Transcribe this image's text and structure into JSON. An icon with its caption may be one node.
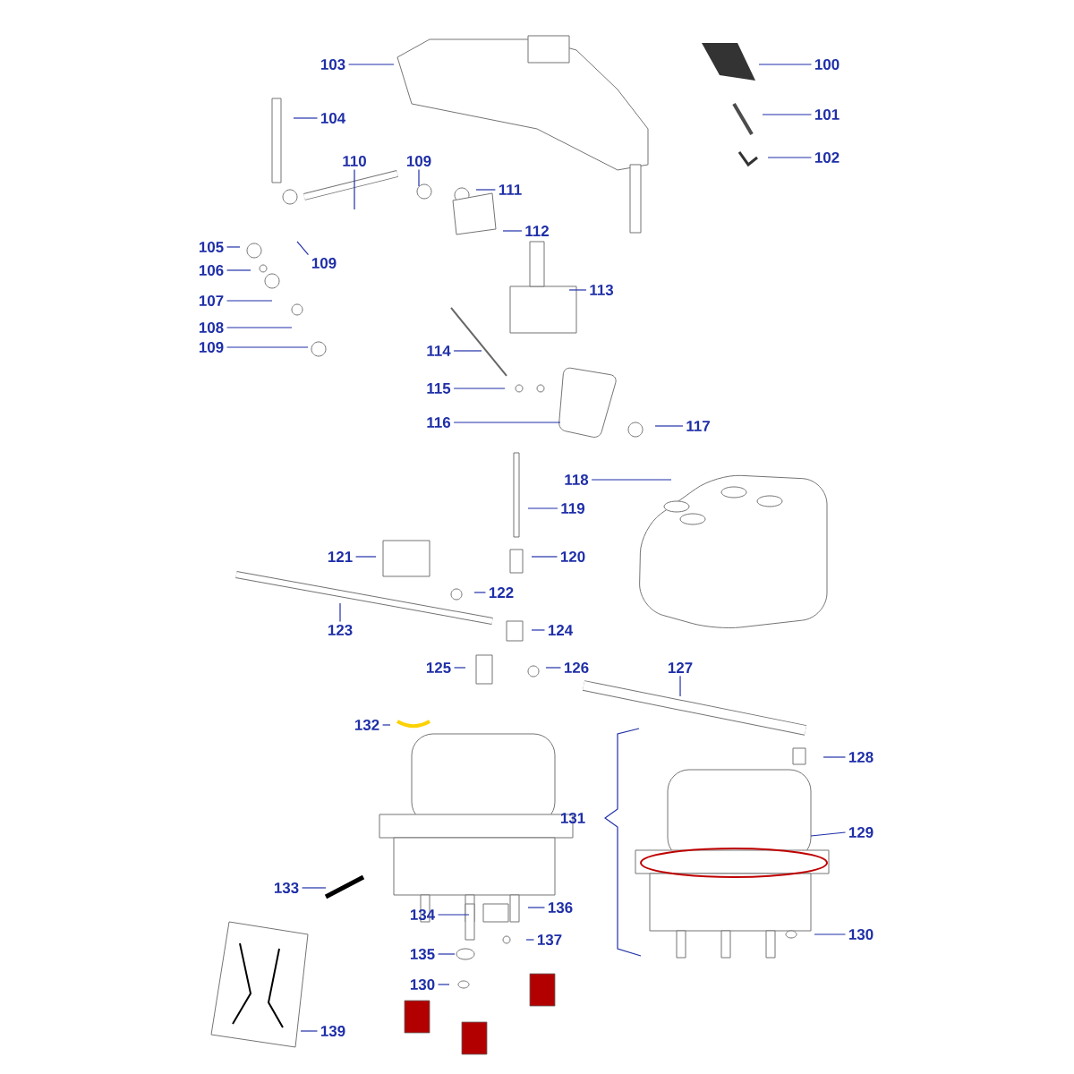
{
  "diagram": {
    "nodes": [
      {
        "text": [
          "100"
        ]
      },
      {
        "text": [
          "103"
        ]
      },
      {
        "text": [
          "101"
        ]
      },
      {
        "text": [
          "104"
        ]
      },
      {
        "text": [
          "102"
        ]
      },
      {
        "text": [
          "110"
        ]
      },
      {
        "text": [
          "109"
        ]
      },
      {
        "text": [
          "111"
        ]
      },
      {
        "text": [
          "112"
        ]
      },
      {
        "text": [
          "105"
        ]
      },
      {
        "text": [
          "109"
        ]
      },
      {
        "text": [
          "106"
        ]
      },
      {
        "text": [
          "107"
        ]
      },
      {
        "text": [
          "113"
        ]
      },
      {
        "text": [
          "108"
        ]
      },
      {
        "text": [
          "109"
        ]
      },
      {
        "text": [
          "114"
        ]
      },
      {
        "text": [
          "115"
        ]
      },
      {
        "text": [
          "116"
        ]
      },
      {
        "text": [
          "117"
        ]
      },
      {
        "text": [
          "118"
        ]
      },
      {
        "text": [
          "119"
        ]
      },
      {
        "text": [
          "121"
        ]
      },
      {
        "text": [
          "120"
        ]
      },
      {
        "text": [
          "122"
        ]
      },
      {
        "text": [
          "123"
        ]
      },
      {
        "text": [
          "124"
        ]
      },
      {
        "text": [
          "125"
        ]
      },
      {
        "text": [
          "126"
        ]
      },
      {
        "text": [
          "127"
        ]
      },
      {
        "text": [
          "132"
        ]
      },
      {
        "text": [
          "128"
        ]
      },
      {
        "text": [
          "129"
        ]
      },
      {
        "text": [
          "133"
        ]
      },
      {
        "text": [
          "136"
        ]
      },
      {
        "text": [
          "134"
        ]
      },
      {
        "text": [
          "137"
        ]
      },
      {
        "text": [
          "130"
        ]
      },
      {
        "text": [
          "135"
        ]
      },
      {
        "text": [
          "130"
        ]
      },
      {
        "text": [
          "139"
        ]
      }
    ],
    "edges": [
      {
        "from": 0,
        "to": null,
        "arrow": "none"
      },
      {
        "from": 1,
        "to": null,
        "arrow": "none"
      },
      {
        "from": 2,
        "to": null,
        "arrow": "none"
      },
      {
        "from": 3,
        "to": null,
        "arrow": "none"
      },
      {
        "from": 4,
        "to": null,
        "arrow": "none"
      },
      {
        "from": 5,
        "to": null,
        "arrow": "none"
      },
      {
        "from": 6,
        "to": null,
        "arrow": "none"
      },
      {
        "from": 7,
        "to": null,
        "arrow": "none"
      },
      {
        "from": 8,
        "to": null,
        "arrow": "none"
      },
      {
        "from": 9,
        "to": null,
        "arrow": "none"
      },
      {
        "from": 10,
        "to": null,
        "arrow": "none"
      },
      {
        "from": 11,
        "to": null,
        "arrow": "none"
      },
      {
        "from": 12,
        "to": null,
        "arrow": "none"
      },
      {
        "from": 13,
        "to": null,
        "arrow": "none"
      },
      {
        "from": 14,
        "to": null,
        "arrow": "none"
      },
      {
        "from": 15,
        "to": null,
        "arrow": "none"
      },
      {
        "from": 16,
        "to": null,
        "arrow": "none"
      },
      {
        "from": 17,
        "to": null,
        "arrow": "none"
      },
      {
        "from": 18,
        "to": null,
        "arrow": "none"
      },
      {
        "from": 19,
        "to": null,
        "arrow": "none"
      },
      {
        "from": 20,
        "to": null,
        "arrow": "none"
      },
      {
        "from": 21,
        "to": null,
        "arrow": "none"
      },
      {
        "from": 22,
        "to": null,
        "arrow": "none"
      },
      {
        "from": 23,
        "to": null,
        "arrow": "none"
      },
      {
        "from": 24,
        "to": null,
        "arrow": "none"
      },
      {
        "from": 25,
        "to": null,
        "arrow": "none"
      },
      {
        "from": 26,
        "to": null,
        "arrow": "none"
      },
      {
        "from": 27,
        "to": null,
        "arrow": "none"
      },
      {
        "from": 28,
        "to": null,
        "arrow": "none"
      },
      {
        "from": 29,
        "to": null,
        "arrow": "none"
      },
      {
        "from": 30,
        "to": null,
        "arrow": "none"
      },
      {
        "from": 31,
        "to": null,
        "arrow": "none"
      },
      {
        "from": 32,
        "to": null,
        "arrow": "none"
      },
      {
        "from": 33,
        "to": null,
        "arrow": "none"
      },
      {
        "from": 34,
        "to": null,
        "arrow": "none"
      },
      {
        "from": 35,
        "to": null,
        "arrow": "none"
      },
      {
        "from": 36,
        "to": null,
        "arrow": "none"
      },
      {
        "from": 37,
        "to": null,
        "arrow": "none"
      },
      {
        "from": 38,
        "to": null,
        "arrow": "none"
      },
      {
        "from": 39,
        "to": null,
        "arrow": "none"
      },
      {
        "from": 40,
        "to": null,
        "arrow": "none"
      }
    ],
    "labels": [
      "131"
    ]
  }
}
